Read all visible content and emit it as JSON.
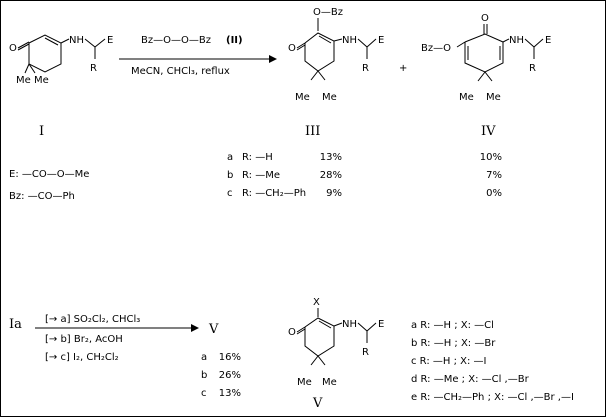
{
  "reaction1": {
    "reagent": "Bz—O—O—Bz",
    "reagent_label": "(II)",
    "conditions": "MeCN, CHCl₃, reflux",
    "plus": "+"
  },
  "compounds": {
    "I": "I",
    "III": "III",
    "IV": "IV",
    "V": "V"
  },
  "atoms": {
    "O": "O",
    "NH": "NH",
    "E": "E",
    "R": "R",
    "Me": "Me",
    "OBz": "O—Bz",
    "BzO": "Bz—O",
    "X": "X"
  },
  "definitions": {
    "E": "E: —CO—O—Me",
    "Bz": "Bz: —CO—Ph"
  },
  "yields_table": [
    {
      "key": "a",
      "r": "R: —H",
      "iii": "13%",
      "iv": "10%"
    },
    {
      "key": "b",
      "r": "R: —Me",
      "iii": "28%",
      "iv": "7%"
    },
    {
      "key": "c",
      "r": "R: —CH₂—Ph",
      "iii": "9%",
      "iv": "0%"
    }
  ],
  "reaction2": {
    "start": "Ia",
    "conditions": [
      "[→ a] SO₂Cl₂, CHCl₃",
      "[→ b] Br₂, AcOH",
      "[→ c] I₂, CH₂Cl₂"
    ],
    "product": "V",
    "yields": [
      {
        "key": "a",
        "value": "16%"
      },
      {
        "key": "b",
        "value": "26%"
      },
      {
        "key": "c",
        "value": "13%"
      }
    ]
  },
  "v_variants": [
    "a R: —H ; X: —Cl",
    "b R: —H ; X: —Br",
    "c R: —H ; X: —I",
    "d R: —Me ; X: —Cl ,—Br",
    "e R: —CH₂—Ph ; X: —Cl ,—Br ,—I"
  ]
}
